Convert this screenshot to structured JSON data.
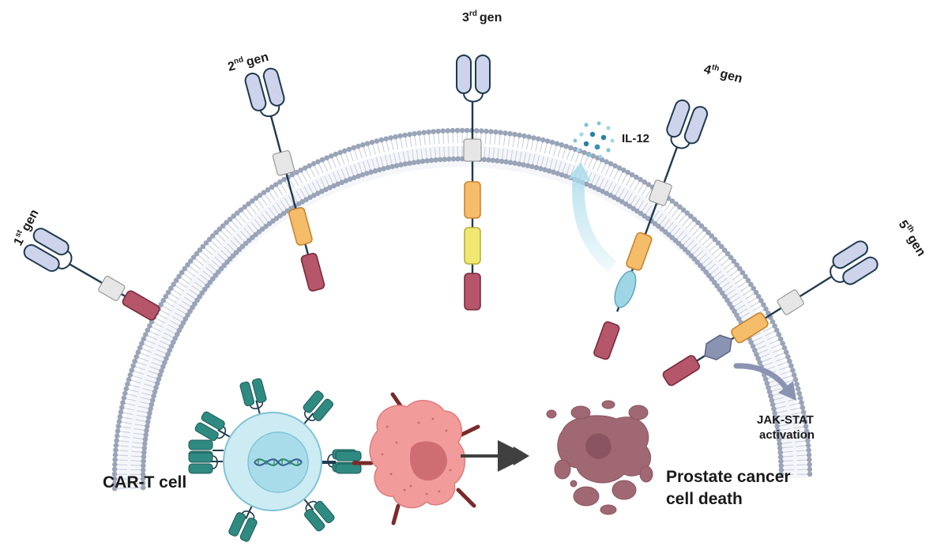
{
  "generations": [
    {
      "num": "1",
      "sup": "st",
      "word": "gen"
    },
    {
      "num": "2",
      "sup": "nd",
      "word": "gen"
    },
    {
      "num": "3",
      "sup": "rd",
      "word": "gen"
    },
    {
      "num": "4",
      "sup": "th",
      "word": "gen"
    },
    {
      "num": "5",
      "sup": "th",
      "word": "gen"
    }
  ],
  "labels": {
    "il12": "IL-12",
    "jak_line1": "JAK-STAT",
    "jak_line2": "activation",
    "cart": "CAR-T cell",
    "death_line1": "Prostate cancer",
    "death_line2": "cell death"
  },
  "colors": {
    "scfv_fill": "#cdd3ea",
    "scfv_stroke": "#1e3a4f",
    "tm_fill": "#e6e6e6",
    "cd3z": "#b5566b",
    "costim1": "#f5bd6a",
    "costim2": "#f0e873",
    "il12_receptor": "#9fd6e6",
    "il2rb": "#8b93b3",
    "membrane_heads": "#9aa4b8",
    "tcell": "#a9dcea",
    "car_teal": "#2f8a82",
    "tumor": "#e98c8c",
    "tumor_nucleus": "#cf6e72",
    "debris": "#a06872",
    "arrow": "#404040"
  }
}
